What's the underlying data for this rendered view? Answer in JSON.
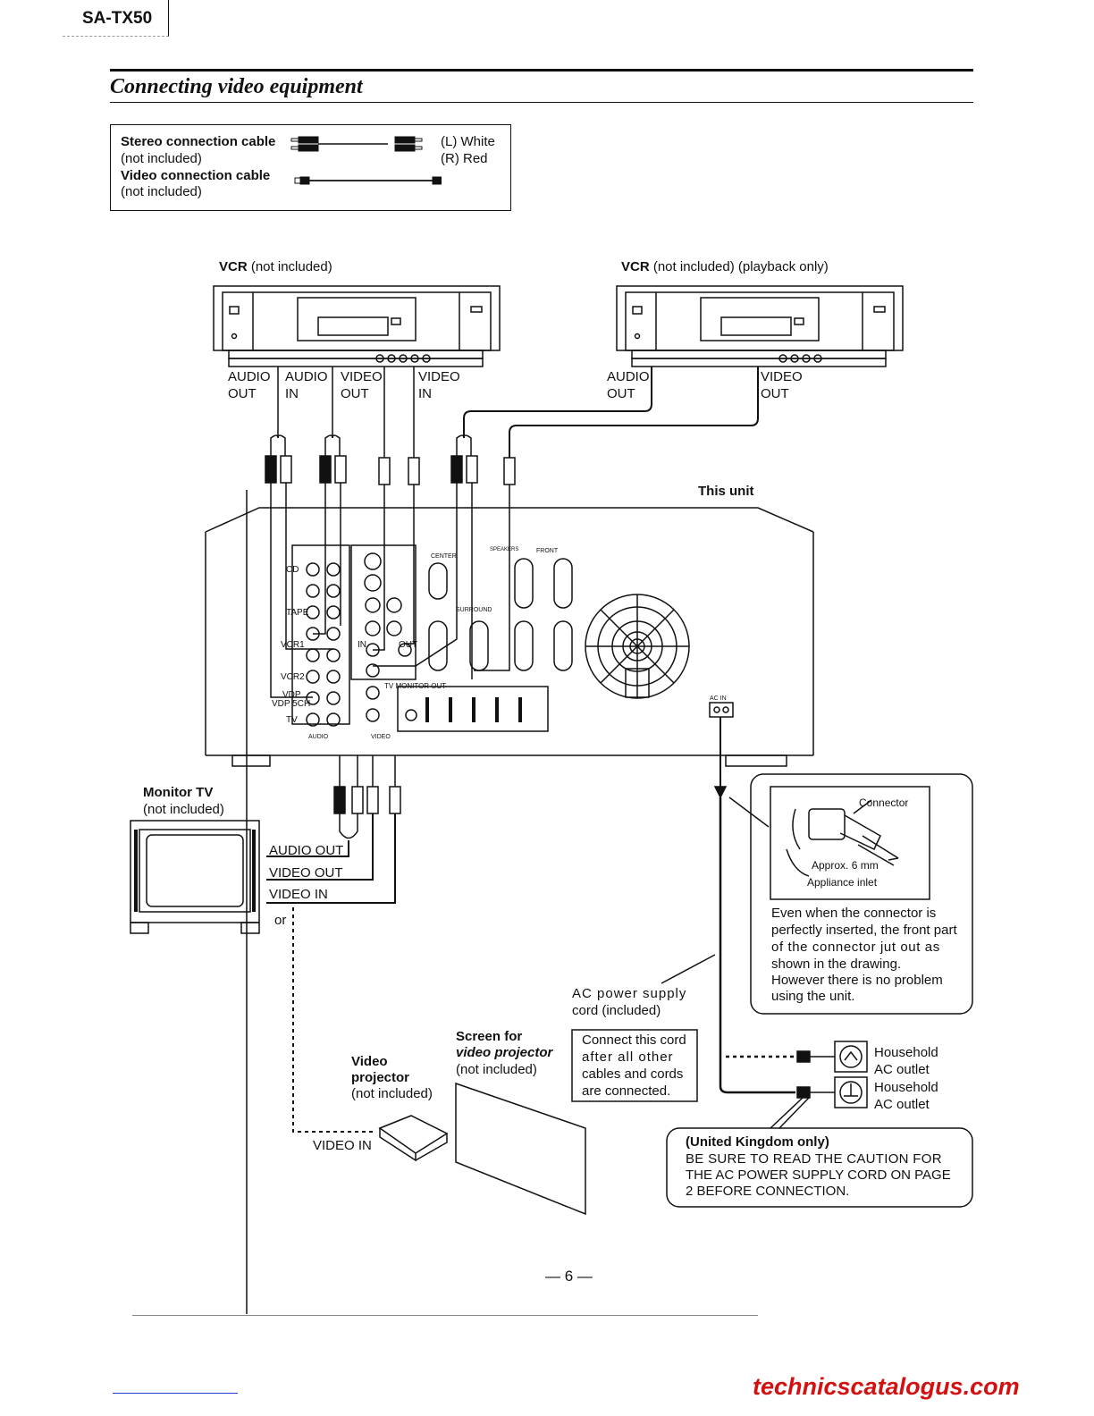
{
  "header": {
    "model": "SA-TX50",
    "section_title": "Connecting video equipment"
  },
  "legend": {
    "stereo_label": "Stereo connection cable",
    "stereo_note": "(not included)",
    "video_label": "Video connection cable",
    "video_note": "(not included)",
    "left_plug": "(L) White",
    "right_plug": "(R) Red"
  },
  "vcr1": {
    "name": "VCR",
    "note": "(not included)",
    "jacks": [
      "AUDIO OUT",
      "AUDIO IN",
      "VIDEO OUT",
      "VIDEO IN"
    ]
  },
  "vcr2": {
    "name": "VCR",
    "note": "(not included) (playback only)",
    "jacks": [
      "AUDIO OUT",
      "VIDEO OUT"
    ]
  },
  "unit": {
    "label": "This unit",
    "panel_labels": [
      "CD",
      "TAPE",
      "VCR1",
      "VCR2",
      "VDP",
      "VDP 5CH",
      "TV",
      "IN",
      "OUT",
      "TV MONITOR OUT",
      "AUDIO",
      "VIDEO",
      "CENTER",
      "SURROUND",
      "FRONT",
      "SPEAKERS",
      "AC IN"
    ]
  },
  "monitor": {
    "name": "Monitor TV",
    "note": "(not included)",
    "jacks": [
      "AUDIO OUT",
      "VIDEO OUT",
      "VIDEO IN"
    ],
    "or": "or"
  },
  "projector": {
    "name_line1": "Video",
    "name_line2": "projector",
    "note": "(not included)",
    "jack": "VIDEO IN"
  },
  "screen": {
    "name_line1": "Screen for",
    "name_line2": "video projector",
    "note": "(not included)"
  },
  "ac_cord": {
    "line1": "AC power supply",
    "line2": "cord (included)"
  },
  "connect_note": [
    "Connect this cord",
    "after all other",
    "cables and cords",
    "are connected."
  ],
  "connector_callout": {
    "connector": "Connector",
    "approx": "Approx. 6 mm",
    "inlet": "Appliance inlet",
    "text": [
      "Even when the connector is",
      "perfectly inserted, the front part",
      "of the connector jut out as",
      "shown in the drawing.",
      "However there is no problem",
      "using the unit."
    ]
  },
  "outlets": [
    {
      "line1": "Household",
      "line2": "AC outlet"
    },
    {
      "line1": "Household",
      "line2": "AC outlet"
    }
  ],
  "uk_note": {
    "title": "(United Kingdom only)",
    "lines": [
      "BE SURE TO READ THE CAUTION FOR",
      "THE AC POWER SUPPLY CORD ON PAGE",
      "2 BEFORE CONNECTION."
    ]
  },
  "page_number": "— 6 —",
  "watermark": "technicscatalogus.com",
  "colors": {
    "ink": "#111111",
    "watermark": "#d41111"
  }
}
